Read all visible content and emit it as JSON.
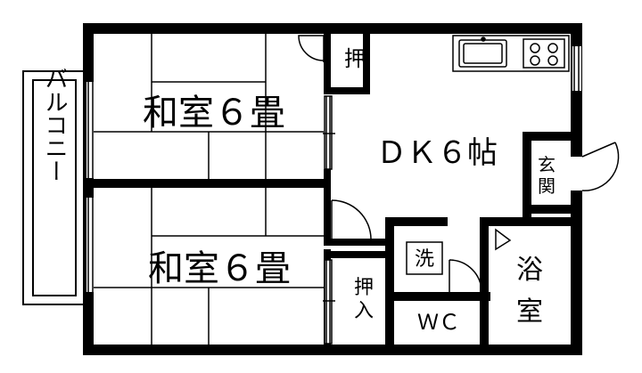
{
  "rooms": {
    "washitsu_top": "和室６畳",
    "washitsu_bottom": "和室６畳",
    "dk": "ＤＫ６帖",
    "bathroom_line1": "浴",
    "bathroom_line2": "室",
    "wc": "ＷＣ"
  },
  "storage": {
    "oshi_top": "押",
    "oshiire_line1": "押",
    "oshiire_line2": "入"
  },
  "entrance": {
    "line1": "玄",
    "line2": "関"
  },
  "laundry": "洗",
  "balcony": "バルコニー",
  "colors": {
    "wall": "#000000",
    "background": "#ffffff"
  }
}
